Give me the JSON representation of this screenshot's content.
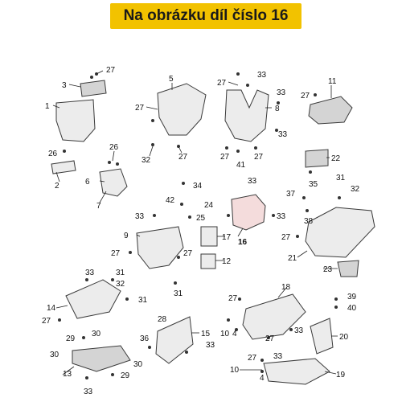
{
  "header": {
    "title": "Na obrázku díl číslo 16",
    "background_color": "#f2c200"
  },
  "labels": {
    "p1": "1",
    "p2": "2",
    "p3": "3",
    "p4": "4",
    "p5": "5",
    "p6": "6",
    "p7": "7",
    "p8": "8",
    "p9": "9",
    "p10": "10",
    "p11": "11",
    "p12": "12",
    "p13": "13",
    "p14": "14",
    "p15": "15",
    "p16": "16",
    "p17": "17",
    "p18": "18",
    "p19": "19",
    "p20": "20",
    "p21": "21",
    "p22": "22",
    "p23": "23",
    "p24": "24",
    "p25": "25",
    "p26": "26",
    "p27": "27",
    "p28": "28",
    "p29": "29",
    "p30": "30",
    "p31": "31",
    "p32": "32",
    "p33": "33",
    "p34": "34",
    "p35": "35",
    "p36": "36",
    "p37": "37",
    "p38": "38",
    "p39": "39",
    "p40": "40",
    "p41": "41",
    "p42": "42"
  }
}
